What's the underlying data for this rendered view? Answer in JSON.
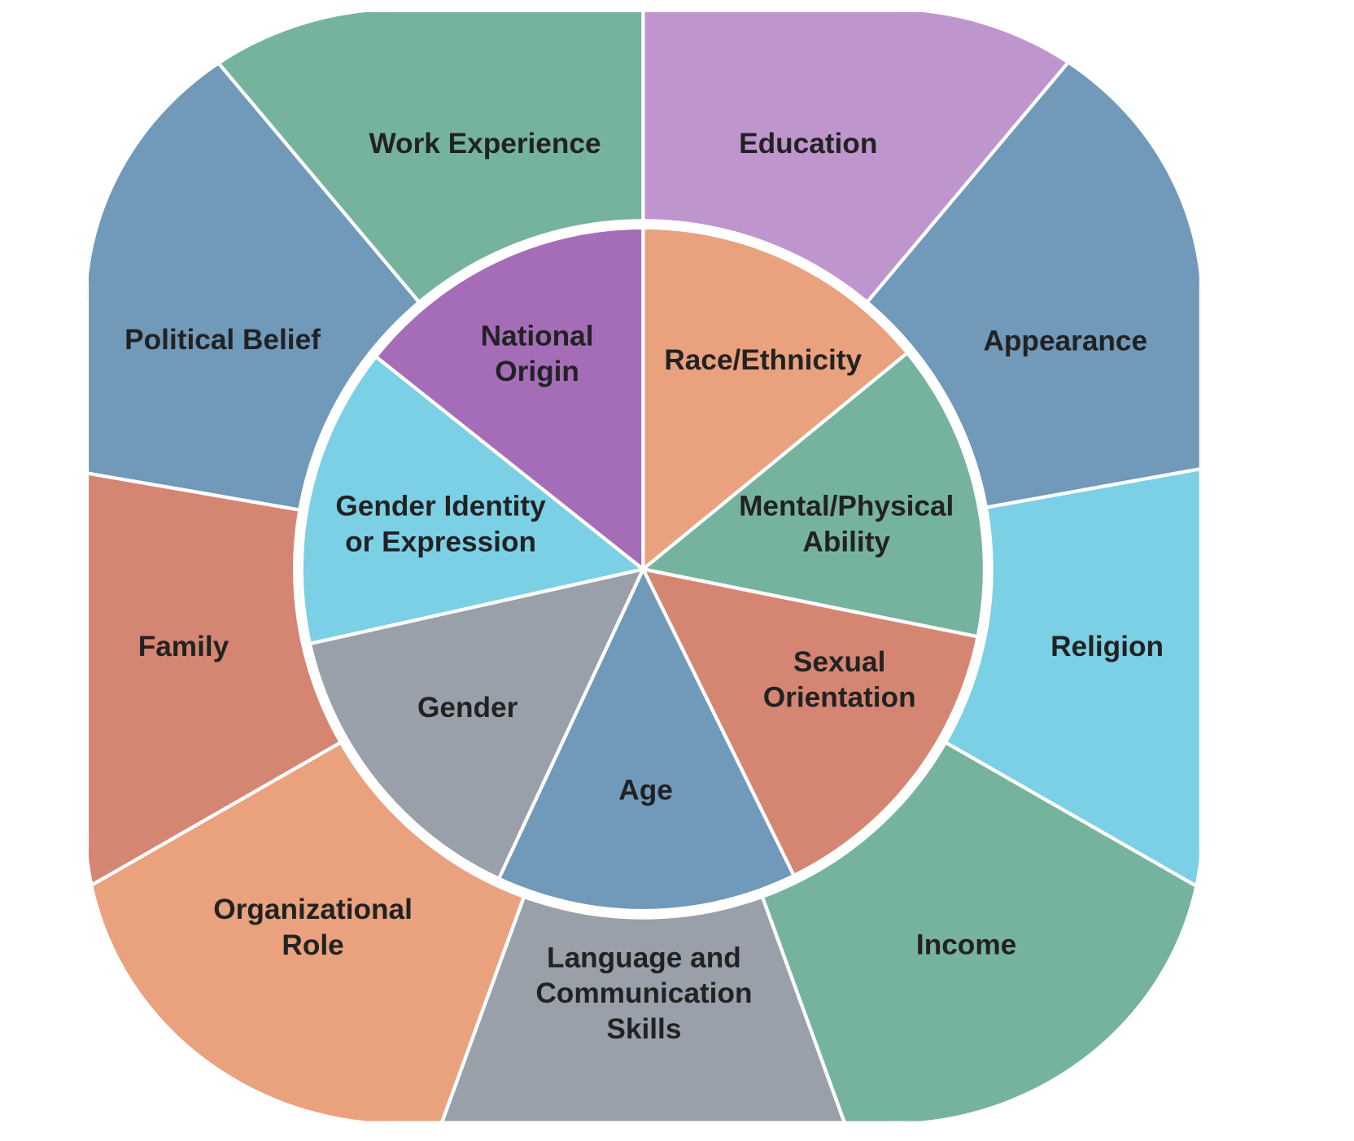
{
  "diagram": {
    "outer_ring": [
      {
        "id": "education",
        "lines": [
          "Education"
        ],
        "color": "#bf95ce"
      },
      {
        "id": "appearance",
        "lines": [
          "Appearance"
        ],
        "color": "#7099ba"
      },
      {
        "id": "religion",
        "lines": [
          "Religion"
        ],
        "color": "#7bd0e5"
      },
      {
        "id": "income",
        "lines": [
          "Income"
        ],
        "color": "#76b39f"
      },
      {
        "id": "language",
        "lines": [
          "Language and",
          "Communication",
          "Skills"
        ],
        "color": "#9aa0aa"
      },
      {
        "id": "organizational-role",
        "lines": [
          "Organizational",
          "Role"
        ],
        "color": "#e9a17e"
      },
      {
        "id": "family",
        "lines": [
          "Family"
        ],
        "color": "#d58673"
      },
      {
        "id": "political-belief",
        "lines": [
          "Political Belief"
        ],
        "color": "#7099ba"
      },
      {
        "id": "work-experience",
        "lines": [
          "Work Experience"
        ],
        "color": "#76b39f"
      }
    ],
    "inner_circle": [
      {
        "id": "race-ethnicity",
        "lines": [
          "Race/Ethnicity"
        ],
        "color": "#e9a17e"
      },
      {
        "id": "mental-physical-ability",
        "lines": [
          "Mental/Physical",
          "Ability"
        ],
        "color": "#76b39f"
      },
      {
        "id": "sexual-orientation",
        "lines": [
          "Sexual",
          "Orientation"
        ],
        "color": "#d58673"
      },
      {
        "id": "age",
        "lines": [
          "Age"
        ],
        "color": "#7099ba"
      },
      {
        "id": "gender",
        "lines": [
          "Gender"
        ],
        "color": "#9aa0aa"
      },
      {
        "id": "gender-identity",
        "lines": [
          "Gender Identity",
          "or Expression"
        ],
        "color": "#7bd0e5"
      },
      {
        "id": "national-origin",
        "lines": [
          "National",
          "Origin"
        ],
        "color": "#a56db8"
      }
    ]
  }
}
